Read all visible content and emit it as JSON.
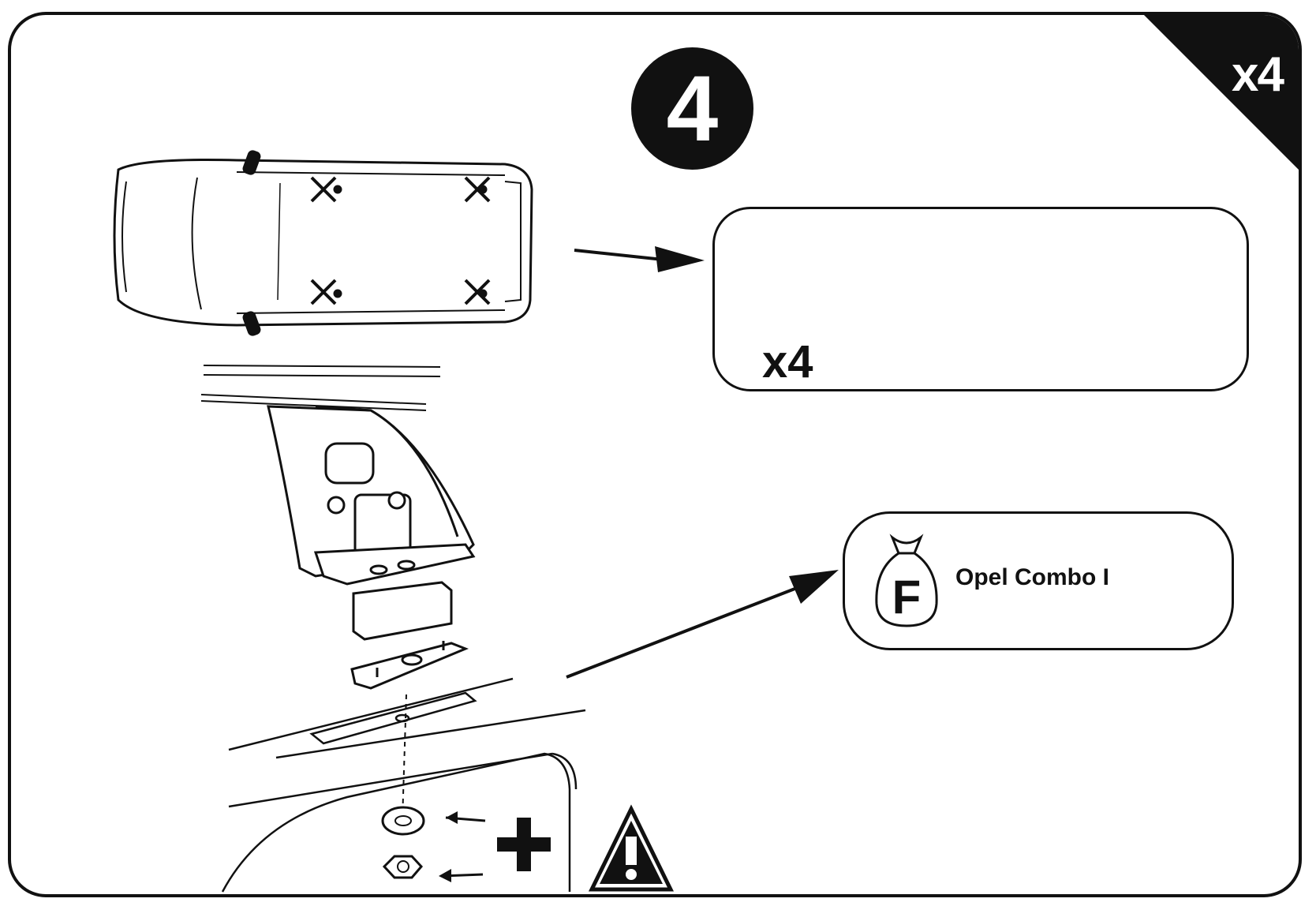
{
  "step": {
    "number": "4"
  },
  "corner_badge": {
    "label": "x4"
  },
  "pins_callout": {
    "quantity_label": "x4"
  },
  "kit_callout": {
    "kit_letter": "F",
    "vehicle": "Opel Combo I"
  },
  "icons": [
    "car-top-view-icon",
    "roof-pin-icon",
    "arrow-right-icon",
    "foot-assembly-icon",
    "washer-icon",
    "nut-icon",
    "plus-icon",
    "warning-triangle-icon",
    "kit-bag-icon"
  ],
  "colors": {
    "ink": "#111111",
    "paper": "#ffffff",
    "pin": "#555555"
  }
}
